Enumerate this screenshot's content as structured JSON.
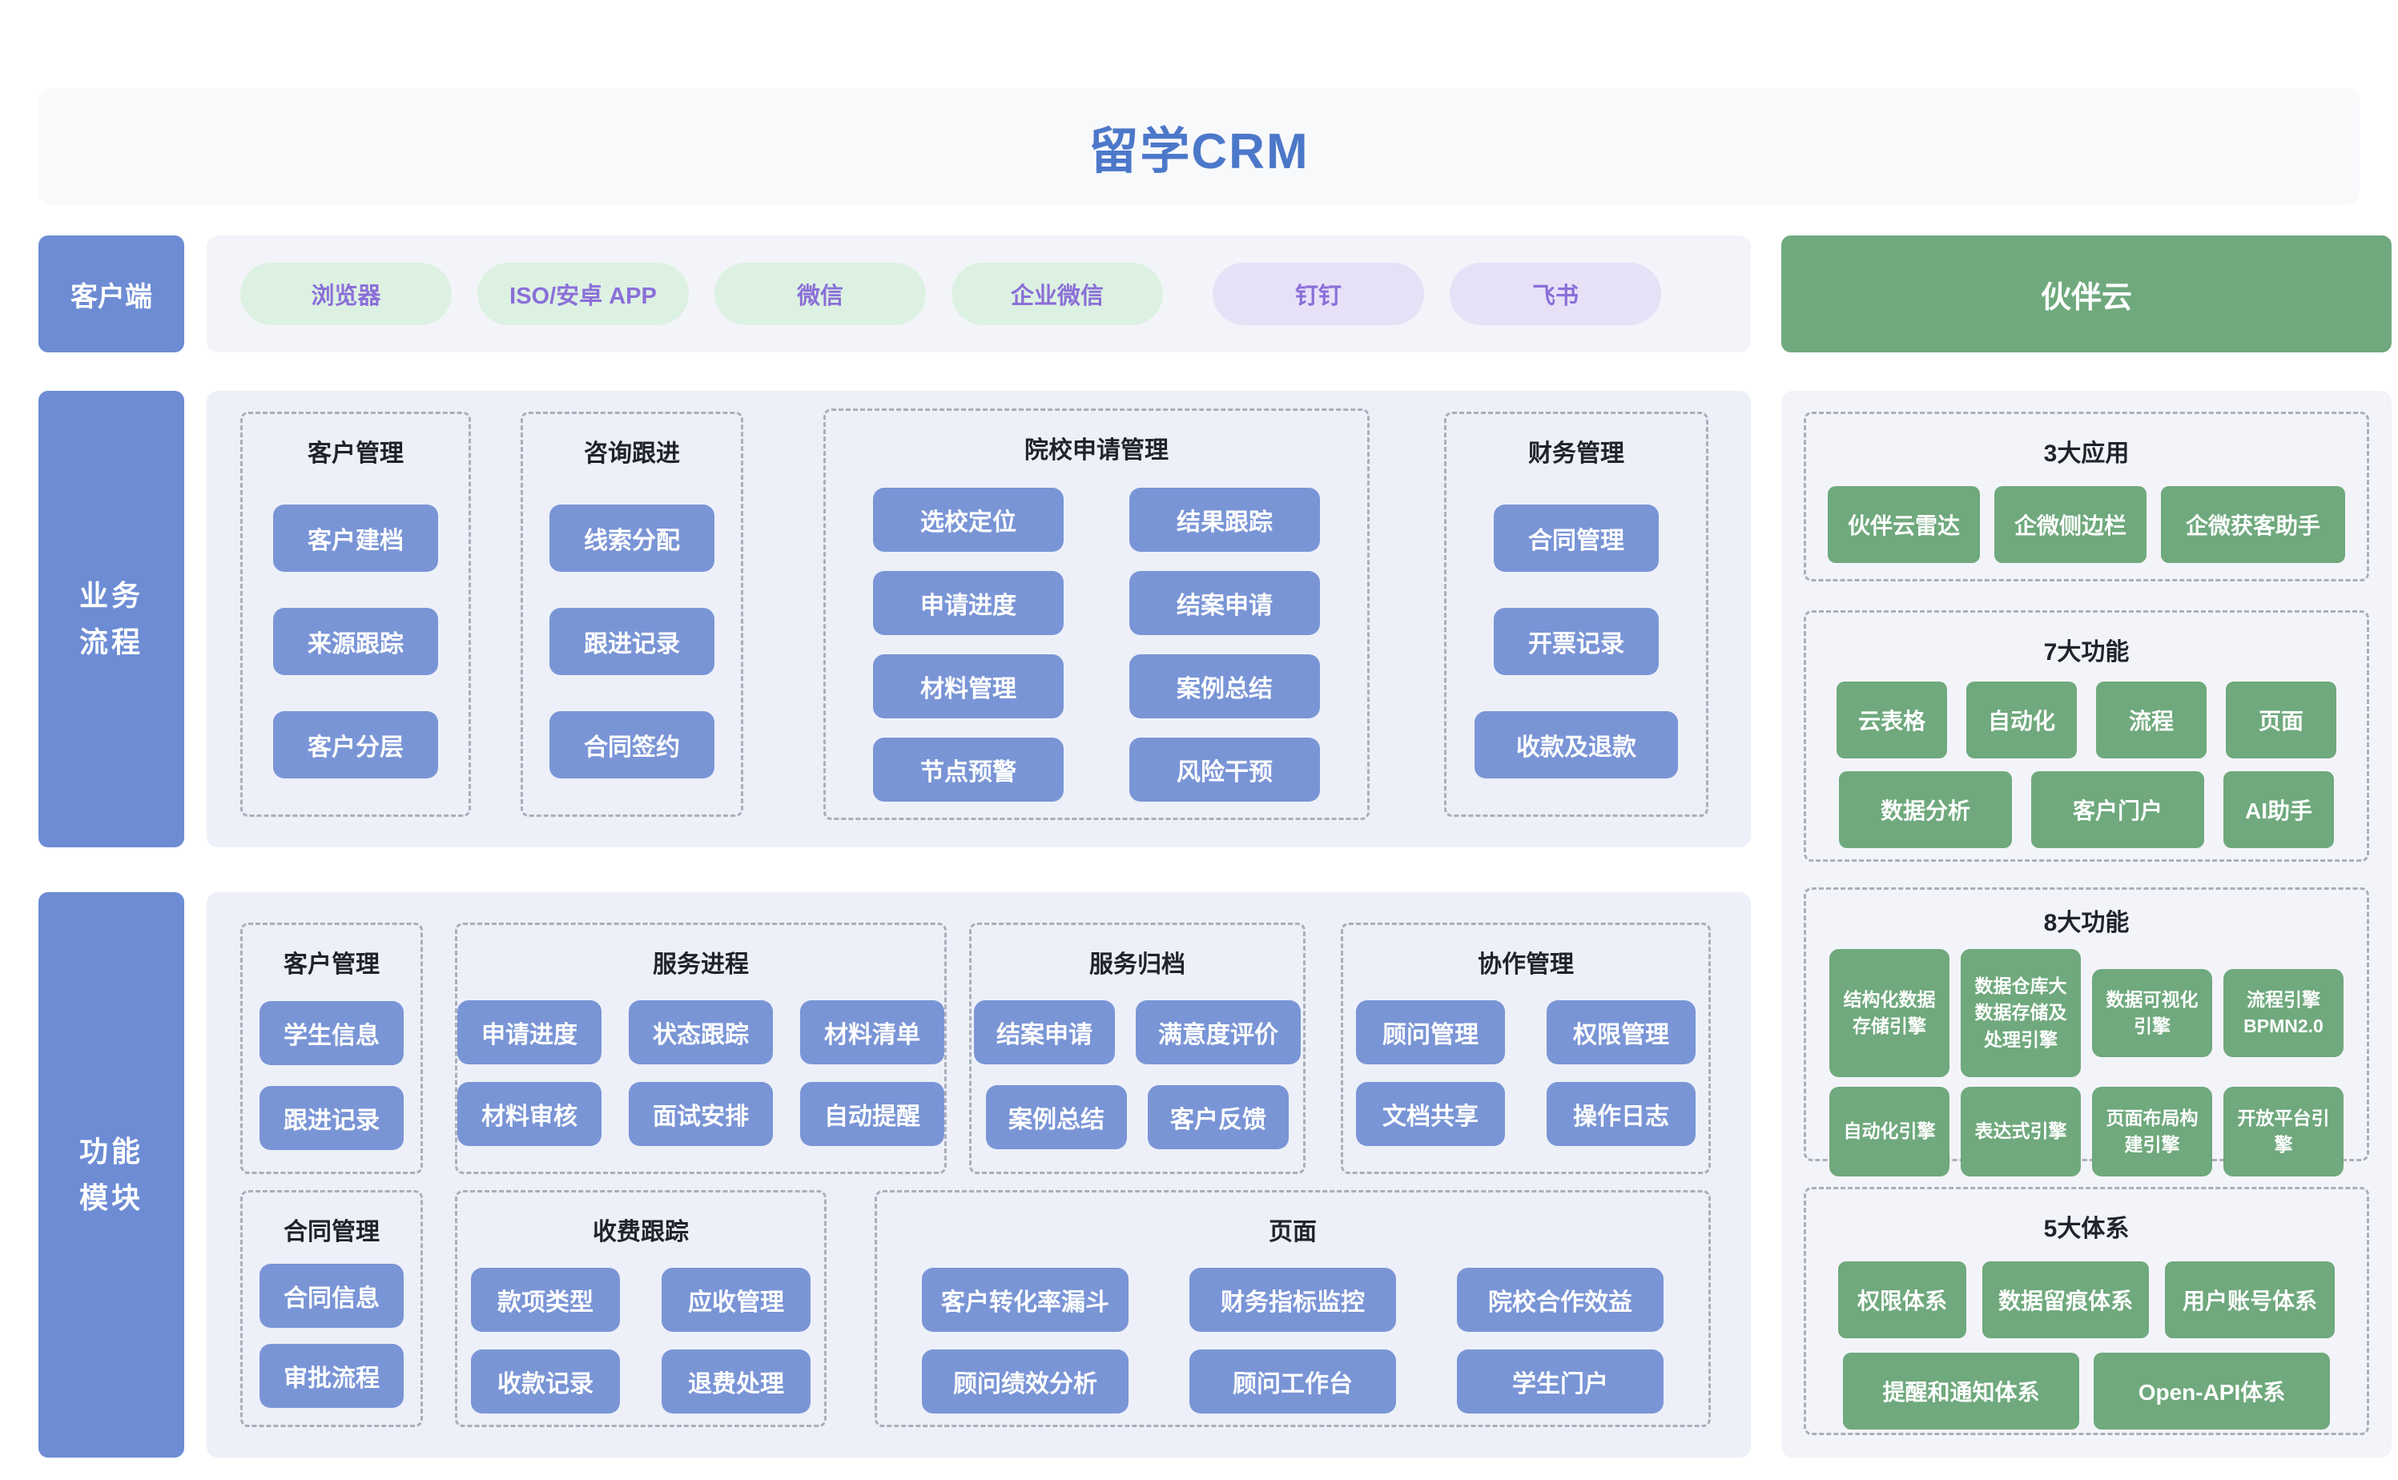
{
  "title": "留学CRM",
  "colors": {
    "title_blue": "#4C78C9",
    "label_blue": "#6D8CD4",
    "node_blue": "#7A95D6",
    "green": "#6FA97D",
    "pill_green_bg": "#DDF1E2",
    "pill_purple_bg": "#E7E1F8",
    "pill_text_purple": "#8A6FD8",
    "panel_light": "#F3F4F9",
    "panel_blue_tint": "#EDF0F8"
  },
  "client_row": {
    "label": "客户端",
    "pills": [
      {
        "label": "浏览器",
        "variant": "green"
      },
      {
        "label": "ISO/安卓 APP",
        "variant": "green"
      },
      {
        "label": "微信",
        "variant": "green"
      },
      {
        "label": "企业微信",
        "variant": "green"
      },
      {
        "label": "钉钉",
        "variant": "purple"
      },
      {
        "label": "飞书",
        "variant": "purple"
      }
    ]
  },
  "partner": {
    "header": "伙伴云",
    "groups": [
      {
        "title": "3大应用",
        "items": [
          "伙伴云雷达",
          "企微侧边栏",
          "企微获客助手"
        ]
      },
      {
        "title": "7大功能",
        "items": [
          "云表格",
          "自动化",
          "流程",
          "页面",
          "数据分析",
          "客户门户",
          "AI助手"
        ]
      },
      {
        "title": "8大功能",
        "items": [
          "结构化数据存储引擎",
          "数据仓库大数据存储及处理引擎",
          "数据可视化引擎",
          "流程引擎BPMN2.0",
          "自动化引擎",
          "表达式引擎",
          "页面布局构建引擎",
          "开放平台引擎"
        ]
      },
      {
        "title": "5大体系",
        "items": [
          "权限体系",
          "数据留痕体系",
          "用户账号体系",
          "提醒和通知体系",
          "Open-API体系"
        ]
      }
    ]
  },
  "business": {
    "label": "业务\n流程",
    "groups": [
      {
        "title": "客户管理",
        "items": [
          "客户建档",
          "来源跟踪",
          "客户分层"
        ]
      },
      {
        "title": "咨询跟进",
        "items": [
          "线索分配",
          "跟进记录",
          "合同签约"
        ]
      },
      {
        "title": "院校申请管理",
        "items": [
          "选校定位",
          "结果跟踪",
          "申请进度",
          "结案申请",
          "材料管理",
          "案例总结",
          "节点预警",
          "风险干预"
        ]
      },
      {
        "title": "财务管理",
        "items": [
          "合同管理",
          "开票记录",
          "收款及退款"
        ]
      }
    ]
  },
  "modules": {
    "label": "功能\n模块",
    "groups": [
      {
        "title": "客户管理",
        "items": [
          "学生信息",
          "跟进记录"
        ]
      },
      {
        "title": "服务进程",
        "items": [
          "申请进度",
          "状态跟踪",
          "材料清单",
          "材料审核",
          "面试安排",
          "自动提醒"
        ]
      },
      {
        "title": "服务归档",
        "items": [
          "结案申请",
          "满意度评价",
          "案例总结",
          "客户反馈"
        ]
      },
      {
        "title": "协作管理",
        "items": [
          "顾问管理",
          "权限管理",
          "文档共享",
          "操作日志"
        ]
      },
      {
        "title": "合同管理",
        "items": [
          "合同信息",
          "审批流程"
        ]
      },
      {
        "title": "收费跟踪",
        "items": [
          "款项类型",
          "应收管理",
          "收款记录",
          "退费处理"
        ]
      },
      {
        "title": "页面",
        "items": [
          "客户转化率漏斗",
          "财务指标监控",
          "院校合作效益",
          "顾问绩效分析",
          "顾问工作台",
          "学生门户"
        ]
      }
    ]
  }
}
